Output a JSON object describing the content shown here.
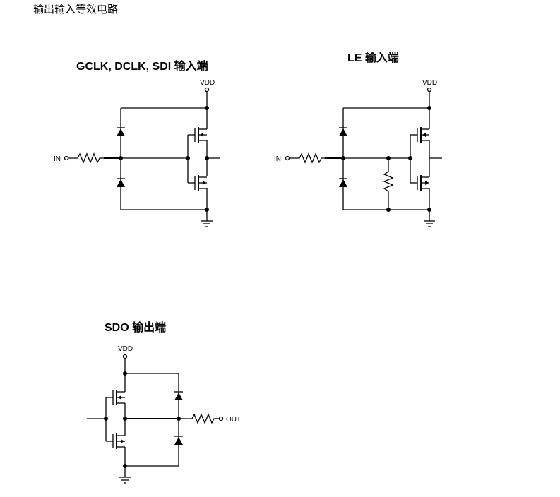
{
  "page": {
    "title": "输出输入等效电路"
  },
  "circuits": [
    {
      "title": "GCLK, DCLK, SDI 输入端",
      "supply_label": "VDD",
      "input_label": "IN"
    },
    {
      "title": "LE 输入端",
      "supply_label": "VDD",
      "input_label": "IN"
    },
    {
      "title": "SDO 输出端",
      "supply_label": "VDD",
      "output_label": "OUT"
    }
  ]
}
